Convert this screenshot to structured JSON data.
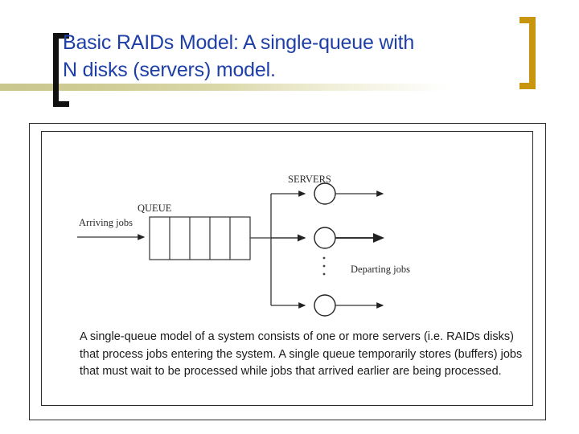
{
  "slide": {
    "title": "Basic RAIDs Model: A single-queue with\nN disks (servers) model.",
    "title_color": "#1f3fa8",
    "bracket_left_color": "#111111",
    "bracket_right_color": "#c8960e",
    "band_color": "#cfcc96",
    "body_text": "A single-queue model of a system consists of one or more servers (i.e. RAIDs disks) that process jobs entering the system. A single queue temporarily stores (buffers) jobs that must wait to be processed while jobs that arrived earlier are being processed."
  },
  "diagram": {
    "type": "queueing-model",
    "labels": {
      "arriving_jobs": "Arriving jobs",
      "queue": "QUEUE",
      "servers": "SERVERS",
      "departing_jobs": "Departing jobs",
      "ellipsis": "⋮"
    },
    "queue_cells": 5,
    "server_count_shown": 3,
    "line_color": "#222222"
  }
}
